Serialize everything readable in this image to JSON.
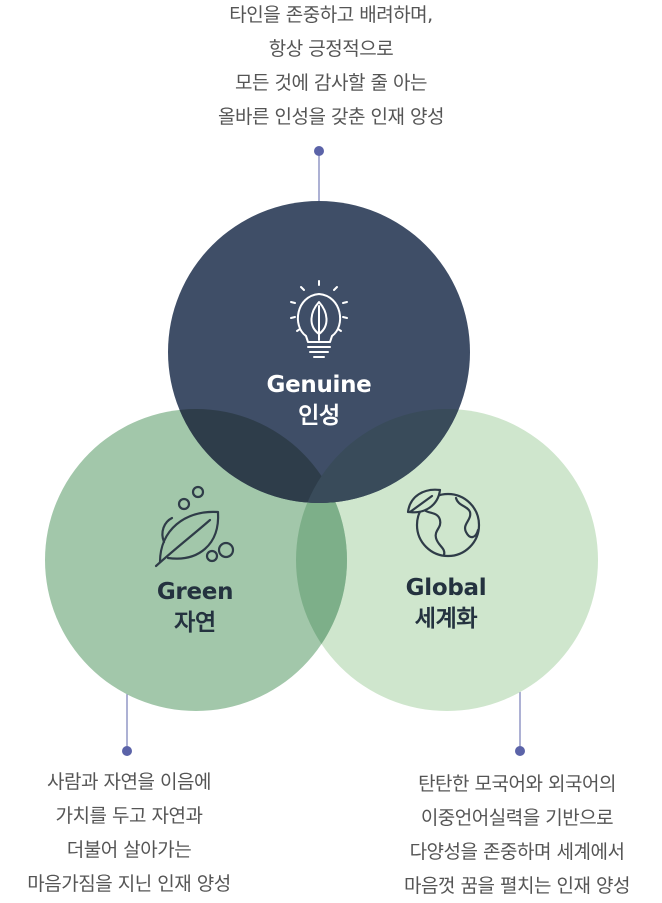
{
  "colors": {
    "genuine": "#3f4e67",
    "green": "#93bd9d",
    "global": "#cfe6cd",
    "overlap": "#7dae8a",
    "connector": "#5b63a8",
    "text": "#555555"
  },
  "genuine": {
    "title_en": "Genuine",
    "title_ko": "인성",
    "icon": "lightbulb-leaf-icon",
    "description": [
      "타인을 존중하고 배려하며,",
      "항상 긍정적으로",
      "모든 것에 감사할 줄 아는",
      "올바른 인성을 갖춘 인재 양성"
    ]
  },
  "green": {
    "title_en": "Green",
    "title_ko": "자연",
    "icon": "leaf-icon",
    "description": [
      "사람과 자연을 이음에",
      "가치를 두고 자연과",
      "더불어 살아가는",
      "마음가짐을 지닌 인재 양성"
    ]
  },
  "global": {
    "title_en": "Global",
    "title_ko": "세계화",
    "icon": "globe-leaf-icon",
    "description": [
      "탄탄한 모국어와 외국어의",
      "이중언어실력을 기반으로",
      "다양성을 존중하며 세계에서",
      "마음껏 꿈을 펼치는 인재 양성"
    ]
  }
}
